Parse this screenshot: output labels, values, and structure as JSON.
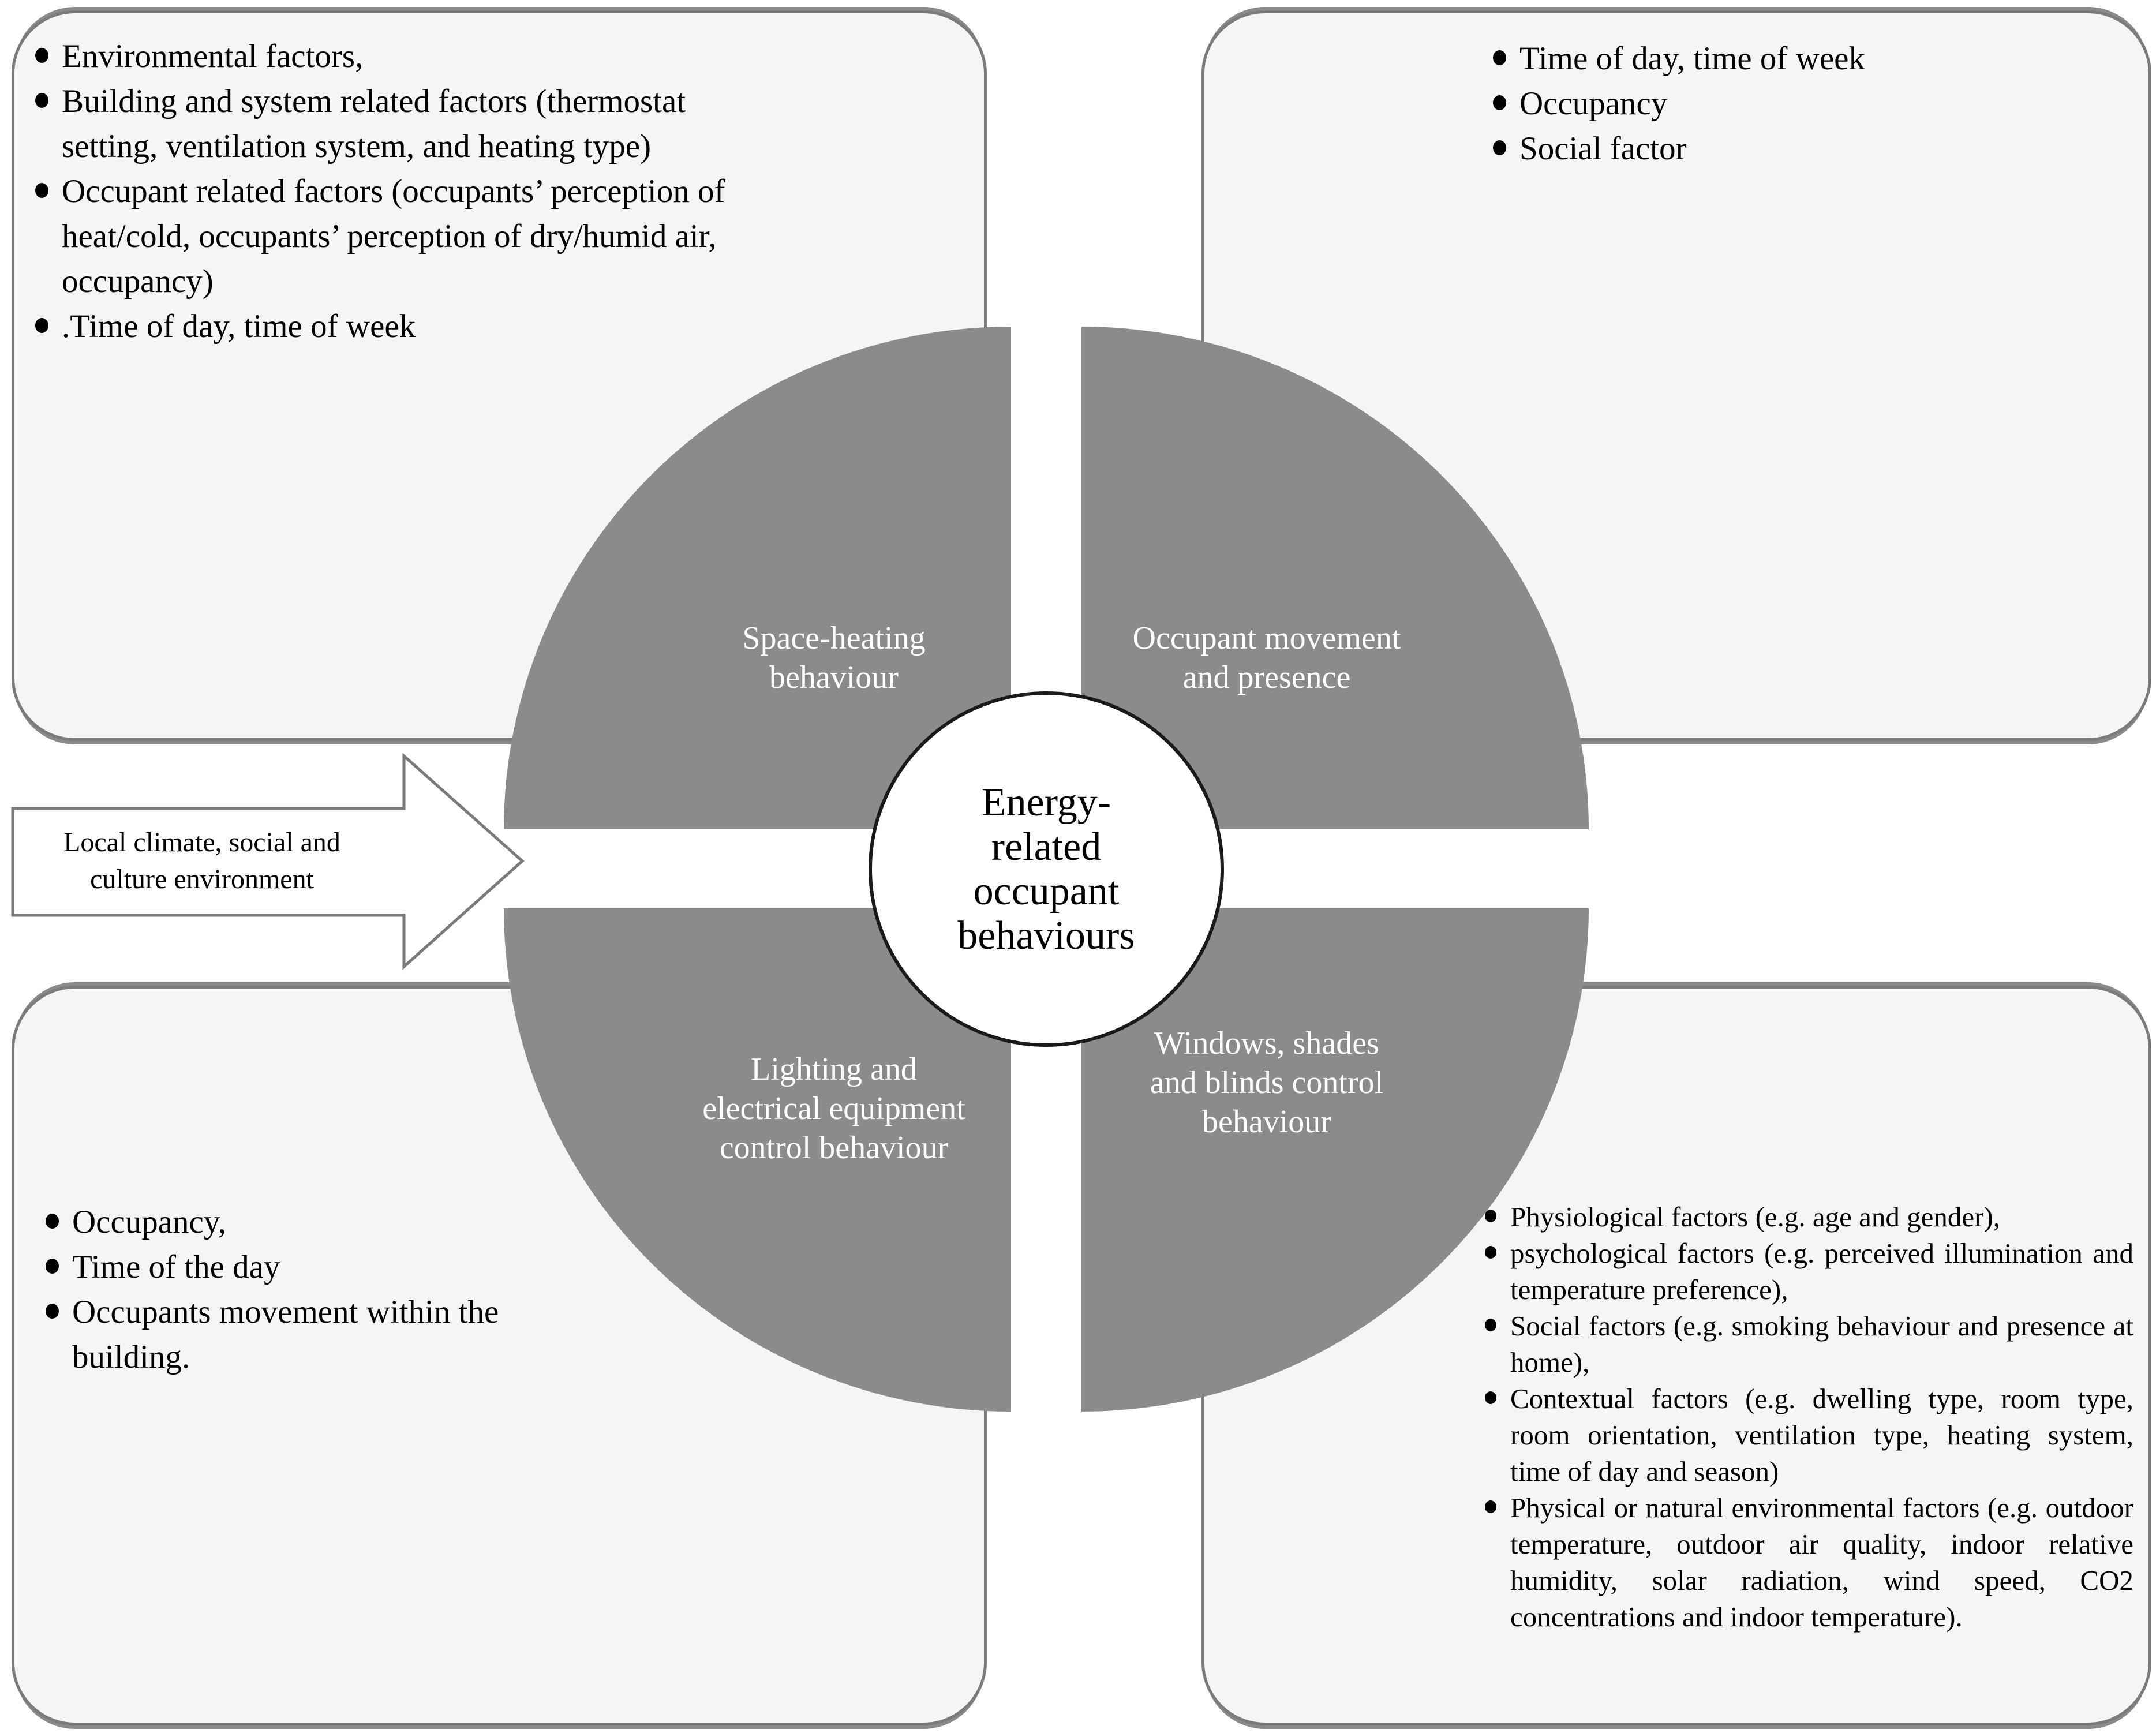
{
  "center": {
    "label": "Energy-\nrelated\noccupant\nbehaviours"
  },
  "arrow": {
    "label": "Local climate, social and\nculture environment"
  },
  "quadrants": {
    "top_left": "Space-heating\nbehaviour",
    "top_right": "Occupant movement\nand presence",
    "bottom_left": "Lighting and\nelectrical equipment\ncontrol behaviour",
    "bottom_right": "Windows, shades\nand blinds control\nbehaviour"
  },
  "boxes": {
    "top_left": {
      "bullets": [
        "Environmental factors,",
        "Building and system related factors (thermostat setting, ventilation system, and heating type)",
        "Occupant related factors (occupants’ perception of heat/cold, occupants’ perception of dry/humid air, occupancy)",
        ".Time of day, time of week"
      ]
    },
    "top_right": {
      "bullets": [
        "Time of day, time of week",
        "Occupancy",
        "Social factor"
      ]
    },
    "bottom_left": {
      "bullets": [
        "Occupancy,",
        "Time of the day",
        "Occupants movement within the building."
      ]
    },
    "bottom_right": {
      "bullets": [
        "Physiological factors (e.g. age and gender),",
        "psychological factors (e.g. perceived illumination and temperature preference),",
        "Social factors (e.g. smoking behaviour and presence at home),",
        "Contextual factors (e.g. dwelling type, room type, room orientation, ventilation type, heating system, time of day and season)",
        "Physical or natural environmental factors (e.g. outdoor temperature, outdoor air quality, indoor relative humidity, solar radiation, wind speed, CO2 concentrations and indoor temperature)."
      ]
    }
  },
  "colors": {
    "quadrant_gray": "#8b8b8b",
    "box_fill": "#f5f5f5",
    "box_border": "#7b7b7b",
    "box_shadow": "#8a8a8a",
    "arrow_outline": "#7a7a7a",
    "circle_border": "#1a1a1a",
    "quadrant_label_text": "#ffffff",
    "body_text": "#000000"
  }
}
